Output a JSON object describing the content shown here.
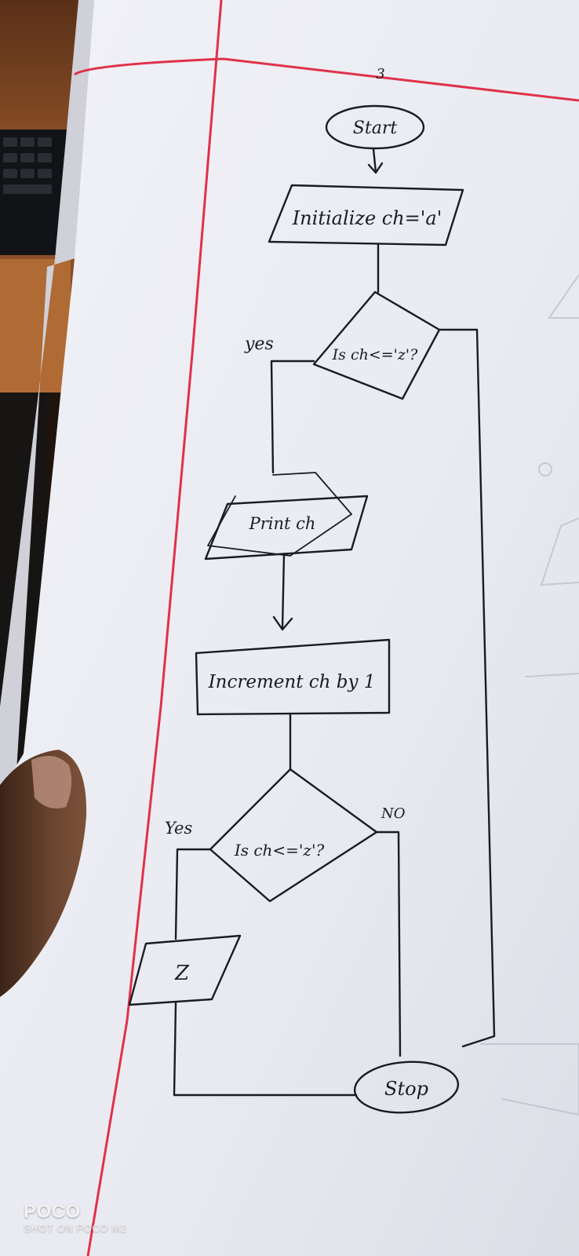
{
  "flowchart": {
    "page_number": "3",
    "start": "Start",
    "init": "Initialize ch='a'",
    "decision_1": "Is ch<='z'?",
    "decision_1_yes": "yes",
    "print": "Print ch",
    "increment": "Increment ch by 1",
    "decision_2": "Is ch<='z'?",
    "decision_2_yes": "Yes",
    "decision_2_no": "NO",
    "side_box": "Z",
    "stop": "Stop"
  },
  "watermark": {
    "brand": "POCO",
    "subtitle": "SHOT ON POCO M2"
  },
  "colors": {
    "paper": "#ecedf3",
    "ink": "#1b1b22",
    "margin_line": "#e0314a",
    "desk": "#7a4520"
  }
}
